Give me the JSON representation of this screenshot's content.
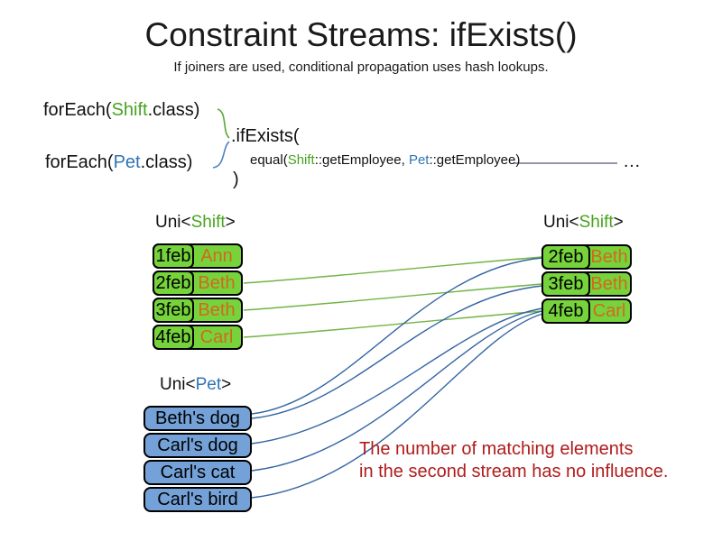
{
  "title": "Constraint Streams: ifExists()",
  "subtitle": "If joiners are used, conditional propagation uses hash lookups.",
  "code": {
    "foreach_shift": {
      "pre": "forEach(",
      "cls": "Shift",
      "post": ".class)"
    },
    "foreach_pet": {
      "pre": "forEach(",
      "cls": "Pet",
      "post": ".class)"
    },
    "if_exists": ".ifExists(",
    "equal_line": {
      "pre": "equal(",
      "shift": "Shift",
      "mid": "::getEmployee, ",
      "pet": "Pet",
      "post": "::getEmployee)"
    },
    "close_paren": ")",
    "ellipsis": "…"
  },
  "left_table": {
    "label_pre": "Uni<",
    "label_type": "Shift",
    "label_post": ">",
    "rows": [
      {
        "date": "1feb",
        "name": "Ann"
      },
      {
        "date": "2feb",
        "name": "Beth"
      },
      {
        "date": "3feb",
        "name": "Beth"
      },
      {
        "date": "4feb",
        "name": "Carl"
      }
    ]
  },
  "right_table": {
    "label_pre": "Uni<",
    "label_type": "Shift",
    "label_post": ">",
    "rows": [
      {
        "date": "2feb",
        "name": "Beth"
      },
      {
        "date": "3feb",
        "name": "Beth"
      },
      {
        "date": "4feb",
        "name": "Carl"
      }
    ]
  },
  "pet_table": {
    "label_pre": "Uni<",
    "label_type": "Pet",
    "label_post": ">",
    "items": [
      {
        "name": "Beth's dog"
      },
      {
        "name": "Carl's dog"
      },
      {
        "name": "Carl's cat"
      },
      {
        "name": "Carl's bird"
      }
    ]
  },
  "note": {
    "line1": "The number of matching elements",
    "line2": "in the second stream has no influence."
  },
  "colors": {
    "green_text": "#46a41f",
    "blue_text": "#2e74b5",
    "orange_text": "#d2691e",
    "box_green": "#76d33b",
    "box_blue": "#74a2d8",
    "line_green": "#72b445",
    "line_blue": "#3465a4",
    "brace_green": "#5aa73a",
    "brace_blue": "#4f81bd",
    "note_red": "#b01c1c",
    "connector_line": "#7b6f93"
  }
}
